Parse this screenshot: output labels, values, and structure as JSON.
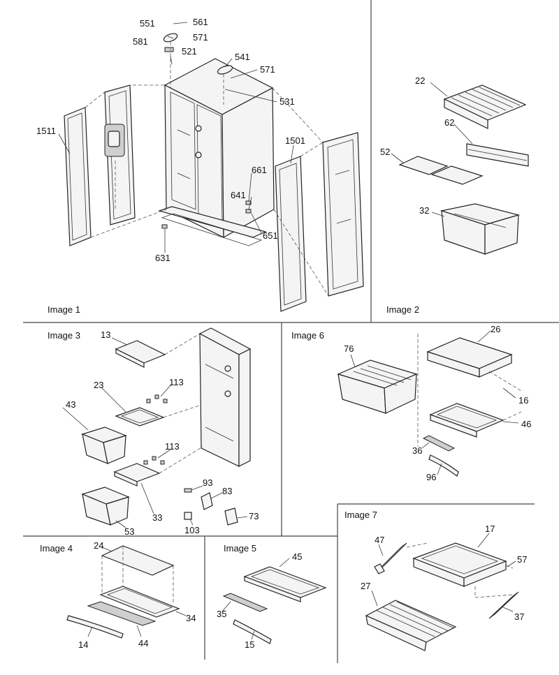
{
  "panels": [
    {
      "id": "p1",
      "title": "Image 1"
    },
    {
      "id": "p2",
      "title": "Image 2"
    },
    {
      "id": "p3",
      "title": "Image 3"
    },
    {
      "id": "p4",
      "title": "Image 4"
    },
    {
      "id": "p5",
      "title": "Image 5"
    },
    {
      "id": "p6",
      "title": "Image 6"
    },
    {
      "id": "p7",
      "title": "Image 7"
    }
  ],
  "callouts": {
    "p1": [
      "551",
      "561",
      "581",
      "571",
      "521",
      "541",
      "571",
      "531",
      "1511",
      "1501",
      "661",
      "641",
      "651",
      "631"
    ],
    "p2": [
      "22",
      "62",
      "52",
      "32"
    ],
    "p3": [
      "13",
      "23",
      "113",
      "43",
      "113",
      "93",
      "83",
      "33",
      "53",
      "103",
      "73"
    ],
    "p4": [
      "24",
      "34",
      "14",
      "44"
    ],
    "p5": [
      "45",
      "35",
      "15"
    ],
    "p6": [
      "76",
      "26",
      "16",
      "46",
      "36",
      "96"
    ],
    "p7": [
      "17",
      "47",
      "57",
      "27",
      "37"
    ]
  }
}
